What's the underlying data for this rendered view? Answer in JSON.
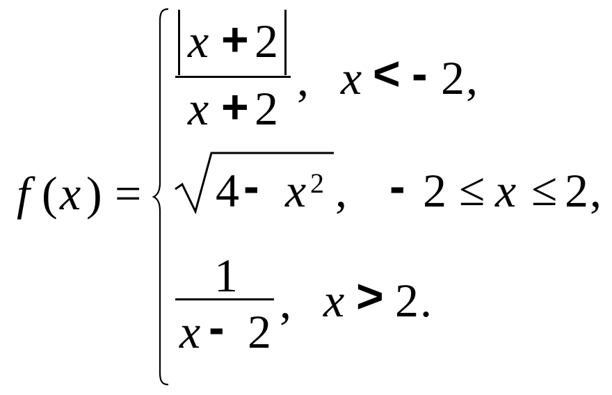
{
  "lhs": {
    "func": "f",
    "open_paren": "(",
    "var": "x",
    "close_paren": ")",
    "equals": "="
  },
  "cases": [
    {
      "num": {
        "x": "x",
        "plus": "+",
        "two": "2"
      },
      "den": {
        "x": "x",
        "plus": "+",
        "two": "2"
      },
      "comma": ",",
      "cond": {
        "x": "x",
        "rel": "<",
        "minus": "-",
        "val": "2",
        "end": ","
      }
    },
    {
      "radicand": {
        "four": "4",
        "minus": "-",
        "x": "x",
        "exp": "2"
      },
      "comma": ",",
      "cond": {
        "minus": "-",
        "left": "2",
        "rel1": "≤",
        "x": "x",
        "rel2": "≤",
        "right": "2",
        "end": ","
      }
    },
    {
      "num": "1",
      "den": {
        "x": "x",
        "minus": "-",
        "two": "2"
      },
      "comma": ",",
      "cond": {
        "x": "x",
        "rel": ">",
        "val": "2",
        "end": "."
      }
    }
  ]
}
